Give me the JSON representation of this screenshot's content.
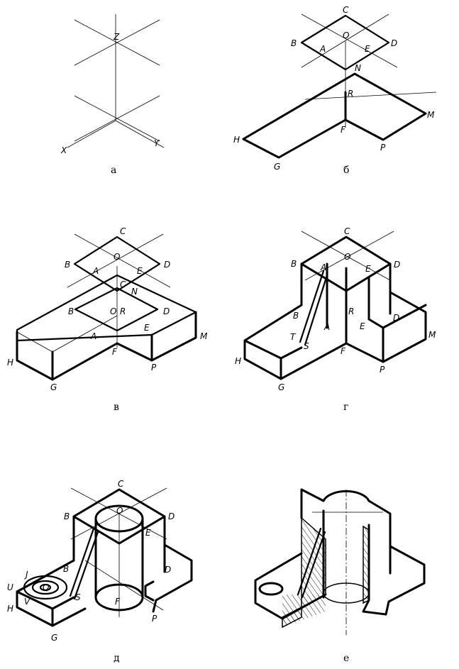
{
  "panels": {
    "a": {
      "caption": "а",
      "labels": {
        "z": "Z",
        "x": "X",
        "y": "Y"
      }
    },
    "b": {
      "caption": "б",
      "labels": {
        "c": "C",
        "b": "B",
        "o": "O",
        "d": "D",
        "a": "A",
        "e": "E",
        "n": "N",
        "r": "R",
        "m": "M",
        "f": "F",
        "h": "H",
        "p": "P",
        "g": "G"
      }
    },
    "v": {
      "caption": "в",
      "labels": {
        "c": "C",
        "b": "B",
        "o": "O",
        "d": "D",
        "a": "A",
        "e": "E",
        "c2": "C",
        "n": "N",
        "b2": "B",
        "o2": "O",
        "r": "R",
        "d2": "D",
        "a2": "A",
        "e2": "E",
        "m": "M",
        "f": "F",
        "h": "H",
        "p": "P",
        "g": "G"
      }
    },
    "g": {
      "caption": "г",
      "labels": {
        "c": "C",
        "b": "B",
        "a": "A",
        "o": "O",
        "e": "E",
        "d": "D",
        "b2": "B",
        "r": "R",
        "d2": "D",
        "a2": "A",
        "e2": "E",
        "t": "T",
        "s": "S",
        "m": "M",
        "h": "H",
        "f": "F",
        "p": "P",
        "g": "G"
      }
    },
    "d": {
      "caption": "д",
      "labels": {
        "c": "C",
        "b": "B",
        "o": "O",
        "d": "D",
        "e": "E",
        "b2": "B",
        "d2": "D",
        "j": "J",
        "u": "U",
        "q": "Q",
        "v": "V",
        "s": "S",
        "h": "H",
        "f": "F",
        "p": "P",
        "g": "G"
      }
    },
    "e": {
      "caption": "е"
    }
  }
}
